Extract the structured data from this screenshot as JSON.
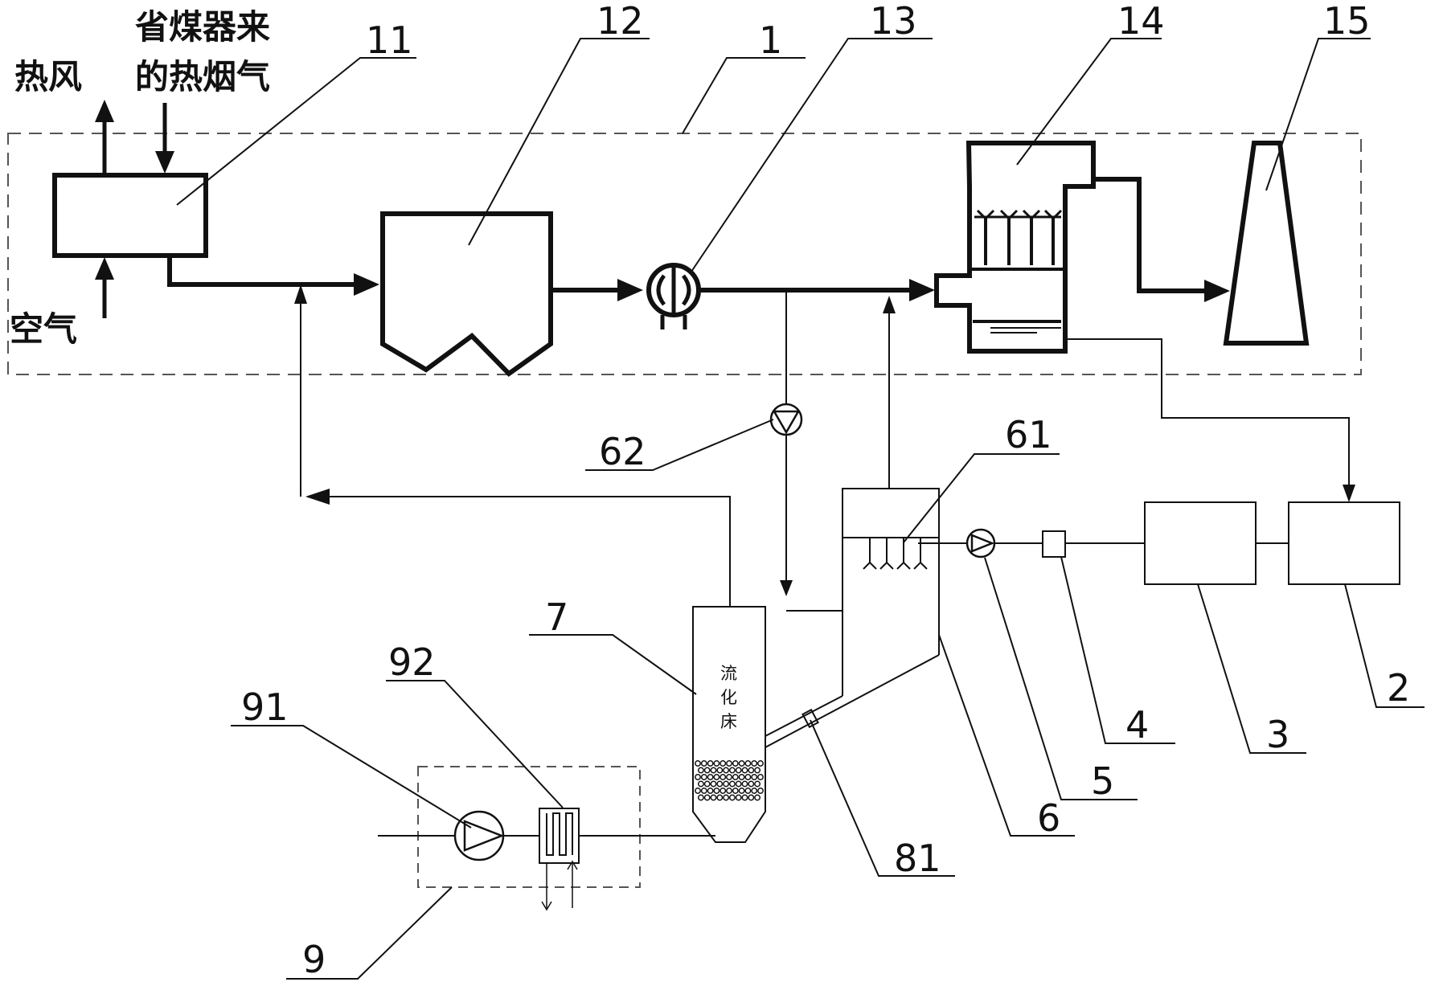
{
  "labels": {
    "hot_air": "热风",
    "flue_gas_line1": "省煤器来",
    "flue_gas_line2": "的热烟气",
    "air": "空气",
    "fluidized_bed_1": "流",
    "fluidized_bed_2": "化",
    "fluidized_bed_3": "床"
  },
  "numbers": {
    "n1": "1",
    "n2": "2",
    "n3": "3",
    "n4": "4",
    "n5": "5",
    "n6": "6",
    "n7": "7",
    "n9": "9",
    "n11": "11",
    "n12": "12",
    "n13": "13",
    "n14": "14",
    "n15": "15",
    "n61": "61",
    "n62": "62",
    "n81": "81",
    "n91": "91",
    "n92": "92"
  }
}
